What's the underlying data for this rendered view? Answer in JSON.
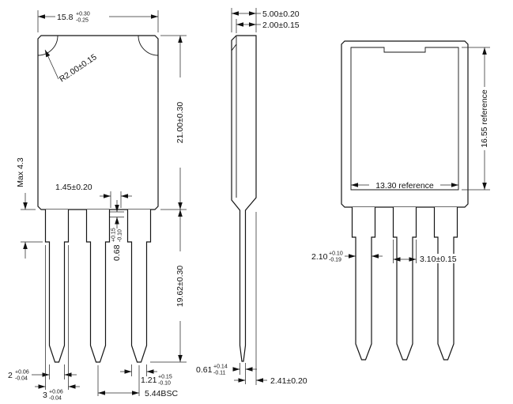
{
  "drawing": {
    "front": {
      "width": {
        "value": "15.8",
        "plus": "+0.30",
        "minus": "-0.25"
      },
      "corner_radius": "R2.00±0.15",
      "body_height": "21.00±0.30",
      "lead_length": "19.62±0.30",
      "max_height": "Max 4.3",
      "lead_gap": "1.45±0.20",
      "lead_step": {
        "value": "0.68",
        "plus": "+0.15",
        "minus": "-0.10"
      },
      "pin_width": {
        "value": "2",
        "plus": "+0.06",
        "minus": "-0.04"
      },
      "shoulder_width": {
        "value": "3",
        "plus": "+0.06",
        "minus": "-0.04"
      },
      "pin_thickness": {
        "value": "1.21",
        "plus": "+0.15",
        "minus": "-0.10"
      },
      "lead_pitch": "5.44BSC"
    },
    "side": {
      "total_thickness": "5.00±0.20",
      "tab_thickness": "2.00±0.15",
      "lead_thickness": {
        "value": "0.61",
        "plus": "+0.14",
        "minus": "-0.11"
      },
      "lead_offset": "2.41±0.20"
    },
    "back": {
      "pad_height": "16.55 reference",
      "pad_width": "13.30 reference",
      "pin_width": {
        "value": "2.10",
        "plus": "+0.10",
        "minus": "-0.19"
      },
      "shoulder_width": "3.10±0.15"
    }
  }
}
